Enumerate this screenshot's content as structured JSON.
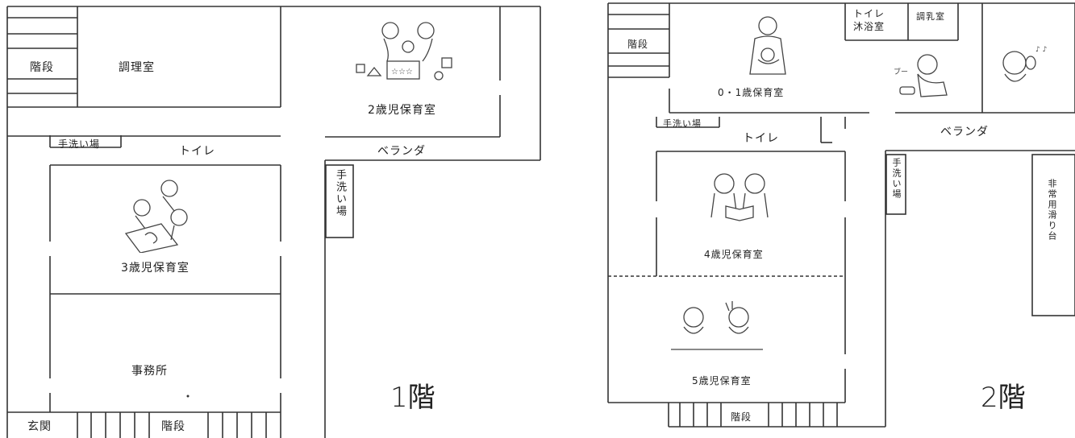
{
  "floor1": {
    "label": "1階",
    "rooms": {
      "stairs_top": "階段",
      "kitchen": "調理室",
      "age2": "2歳児保育室",
      "handwash_top": "手洗い場",
      "toilet": "トイレ",
      "veranda": "ベランダ",
      "handwash_side": "手洗い場",
      "age3": "3歳児保育室",
      "office": "事務所",
      "entrance": "玄関",
      "stairs_bottom": "階段"
    }
  },
  "floor2": {
    "label": "2階",
    "rooms": {
      "stairs_top": "階段",
      "age01": "0・1歳保育室",
      "toilet_bath": "トイレ\n沐浴室",
      "nursing": "調乳室",
      "handwash_top": "手洗い場",
      "toilet": "トイレ",
      "veranda": "ベランダ",
      "handwash_side": "手洗い場",
      "slide": "非常用滑り台",
      "age4": "4歳児保育室",
      "age5": "5歳児保育室",
      "stairs_bottom": "階段"
    }
  },
  "illustrations": [
    "children-playing-blocks",
    "children-drawing",
    "mother-with-baby",
    "crawling-baby",
    "baby-with-rattle",
    "children-reading",
    "children-crafting"
  ],
  "colors": {
    "line": "#333333",
    "background": "#ffffff"
  }
}
